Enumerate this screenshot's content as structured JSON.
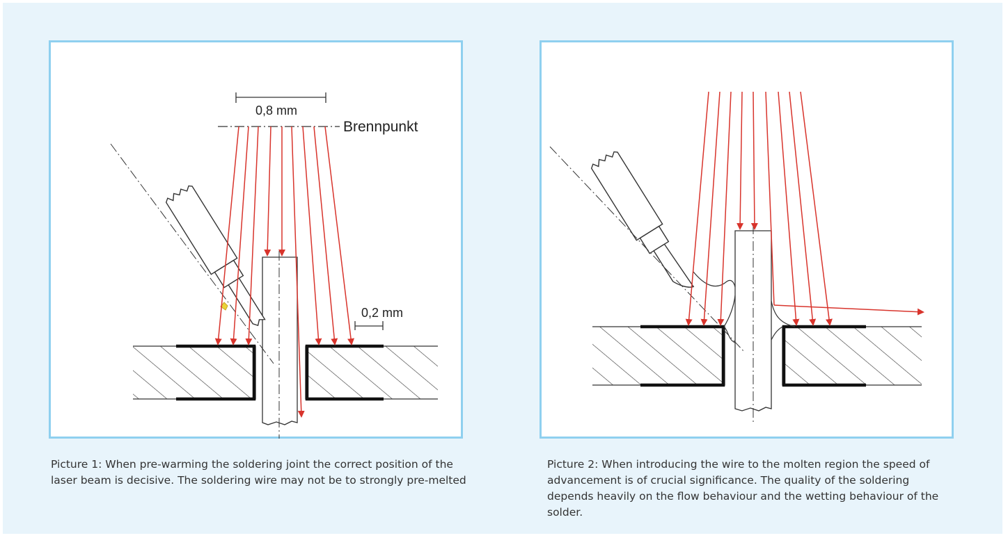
{
  "figure1": {
    "label_width_top": "0,8 mm",
    "label_focus": "Brennpunkt",
    "label_gap": "0,2 mm",
    "caption": "Picture 1: When pre-warming the soldering joint the correct position of the laser beam is decisive. The soldering wire may not be to strongly pre-melted"
  },
  "figure2": {
    "caption": "Picture 2: When introducing the wire to the molten region the speed of advancement is of crucial significance. The quality of the soldering depends heavily on the  flow behaviour and the wetting behaviour of the solder."
  },
  "colors": {
    "panel_background": "#e8f4fb",
    "frame_border": "#8fd0ef",
    "laser_arrow": "#d8342c",
    "solder_spot": "#e9d43a"
  }
}
